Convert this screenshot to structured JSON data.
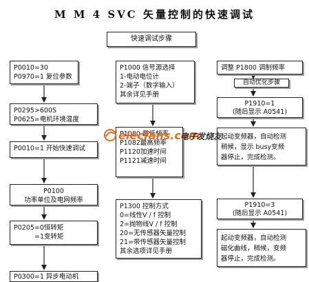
{
  "title": "M M 4 SVC 矢量控制的快速调试",
  "header_box": "快速调试步骤",
  "left_column": [
    {
      "lines": [
        "P0010=30",
        "P0970=1  复位参数"
      ]
    },
    {
      "lines": [
        "P0295>600S",
        "P0625=电机环境温度"
      ]
    },
    {
      "lines": [
        "P0010=1 开始快速调试"
      ]
    },
    {
      "lines": [
        "P0100",
        "功率单位及电网频率"
      ]
    },
    {
      "lines": [
        "P0205=0恒转矩",
        "=1变转矩"
      ]
    },
    {
      "lines": [
        "P0300=1 异步电动机"
      ]
    }
  ],
  "middle_column": [
    {
      "lines": [
        "P1000 信号源选择",
        "1-电动电位计",
        "2-端子（数字输入）",
        "其余详见手册"
      ]
    },
    {
      "lines": [
        "P1080 最低频率",
        "P1082最高频率",
        "P1120加速时间",
        "P1121减速时间"
      ]
    },
    {
      "lines": [
        "P1300 控制方式",
        "0=线性V / f 控制",
        "2=抛物线V / f 控制",
        "20=无传感器矢量控制",
        "21=带传感器矢量控制",
        "其余选项详见手册"
      ]
    }
  ],
  "right_column": [
    {
      "lines": [
        "调整 P1800 调制频率"
      ]
    },
    {
      "lines": [
        "自动优化步骤"
      ]
    },
    {
      "lines": [
        "P1910=1",
        "(随后显示 A0541)"
      ]
    },
    {
      "lines": [
        "起动变频器，自动检测",
        "稍候，显示 busy变频",
        "器停止，完成检测。"
      ]
    },
    {
      "lines": [
        "P1910=3",
        "(随后显示 A0541)"
      ]
    },
    {
      "lines": [
        "起动变频器，自动检测",
        "磁化曲线，稍候，变频",
        "器停止，完成检测。"
      ]
    }
  ],
  "watermark": {
    "brand": "elecfans.com",
    "sub": "电子发烧友",
    "color": "#ea6c1c"
  }
}
